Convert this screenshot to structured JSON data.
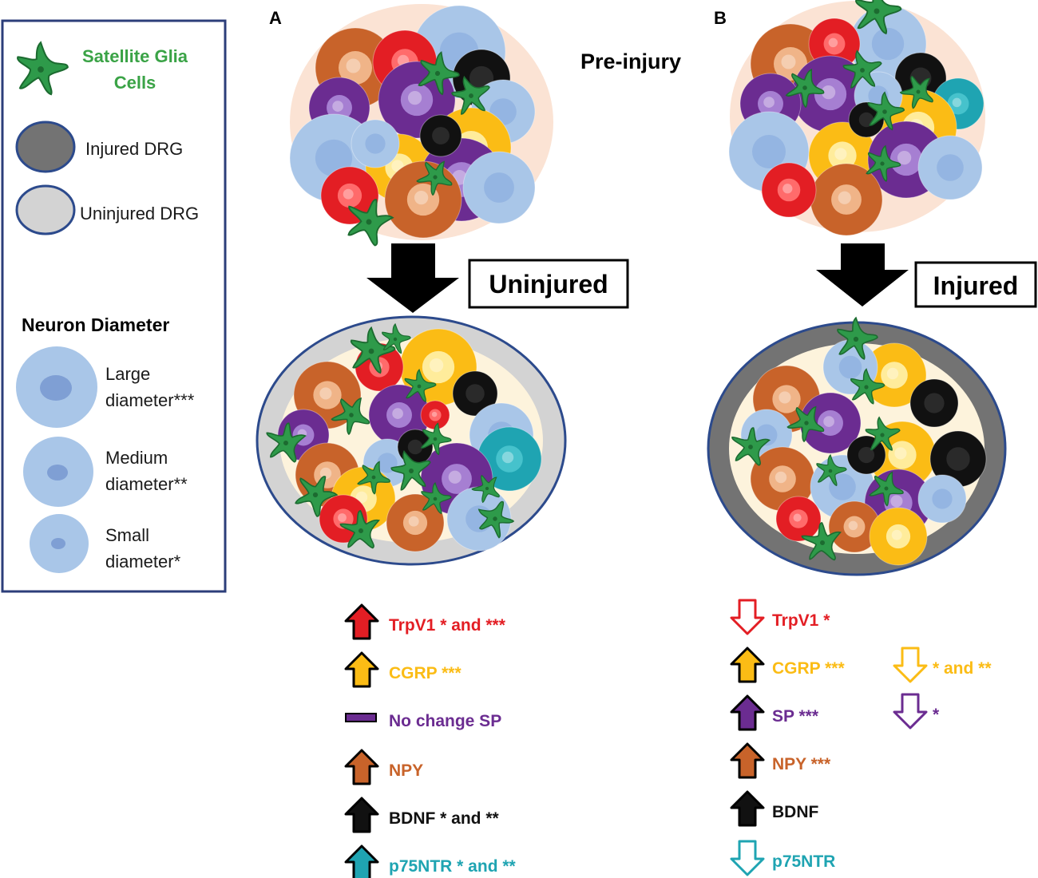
{
  "legend": {
    "satellite_glia": "Satellite Glia Cells",
    "satellite_glia_line1": "Satellite Glia",
    "satellite_glia_line2": "Cells",
    "injured_drg": "Injured DRG",
    "uninjured_drg": "Uninjured DRG",
    "neuron_diameter_title": "Neuron Diameter",
    "large_line1": "Large",
    "large_line2": "diameter***",
    "medium_line1": "Medium",
    "medium_line2": "diameter**",
    "small_line1": "Small",
    "small_line2": "diameter*"
  },
  "panel_a": {
    "letter": "A",
    "pre_label": "Pre-injury",
    "condition_label": "Uninjured",
    "markers": [
      {
        "direction": "up",
        "style": "filled",
        "color": "#e31e24",
        "label": "TrpV1 * and ***"
      },
      {
        "direction": "up",
        "style": "filled",
        "color": "#fbbc15",
        "label": "CGRP ***"
      },
      {
        "direction": "none",
        "style": "bar",
        "color": "#6b2c91",
        "label": "No change SP"
      },
      {
        "direction": "up",
        "style": "filled",
        "color": "#c8632a",
        "label": "NPY"
      },
      {
        "direction": "up",
        "style": "filled",
        "color": "#111111",
        "label": "BDNF * and **"
      },
      {
        "direction": "up",
        "style": "filled",
        "color": "#1fa4b2",
        "label": "p75NTR * and **"
      }
    ]
  },
  "panel_b": {
    "letter": "B",
    "condition_label": "Injured",
    "markers": [
      {
        "direction": "down",
        "style": "outline",
        "color": "#e31e24",
        "label": "TrpV1 *"
      },
      {
        "direction": "up",
        "style": "filled",
        "color": "#fbbc15",
        "label": "CGRP ***"
      },
      {
        "direction": "up",
        "style": "filled",
        "color": "#6b2c91",
        "label": "SP ***"
      },
      {
        "direction": "up",
        "style": "filled",
        "color": "#c8632a",
        "label": "NPY ***"
      },
      {
        "direction": "up",
        "style": "filled",
        "color": "#111111",
        "label": "BDNF"
      },
      {
        "direction": "down",
        "style": "outline",
        "color": "#1fa4b2",
        "label": "p75NTR"
      }
    ],
    "side_markers": [
      {
        "direction": "down",
        "style": "outline",
        "color": "#fbbc15",
        "label": "* and **"
      },
      {
        "direction": "down",
        "style": "outline",
        "color": "#6b2c91",
        "label": "*"
      }
    ]
  },
  "colors": {
    "large_neuron": "#a9c6e8",
    "neuron_nucleus": "#7f9fd4",
    "glia": "#2e9a4a",
    "glia_dark": "#1c6b30",
    "injured_ring": "#737373",
    "uninjured_ring": "#d3d3d3",
    "ring_border": "#2c4a8c",
    "pre_background": "#fbe3d4",
    "red": "#e31e24",
    "orange": "#c8632a",
    "purple": "#6b2c91",
    "yellow": "#fbbc15",
    "black": "#111111",
    "teal": "#1fa4b2"
  }
}
